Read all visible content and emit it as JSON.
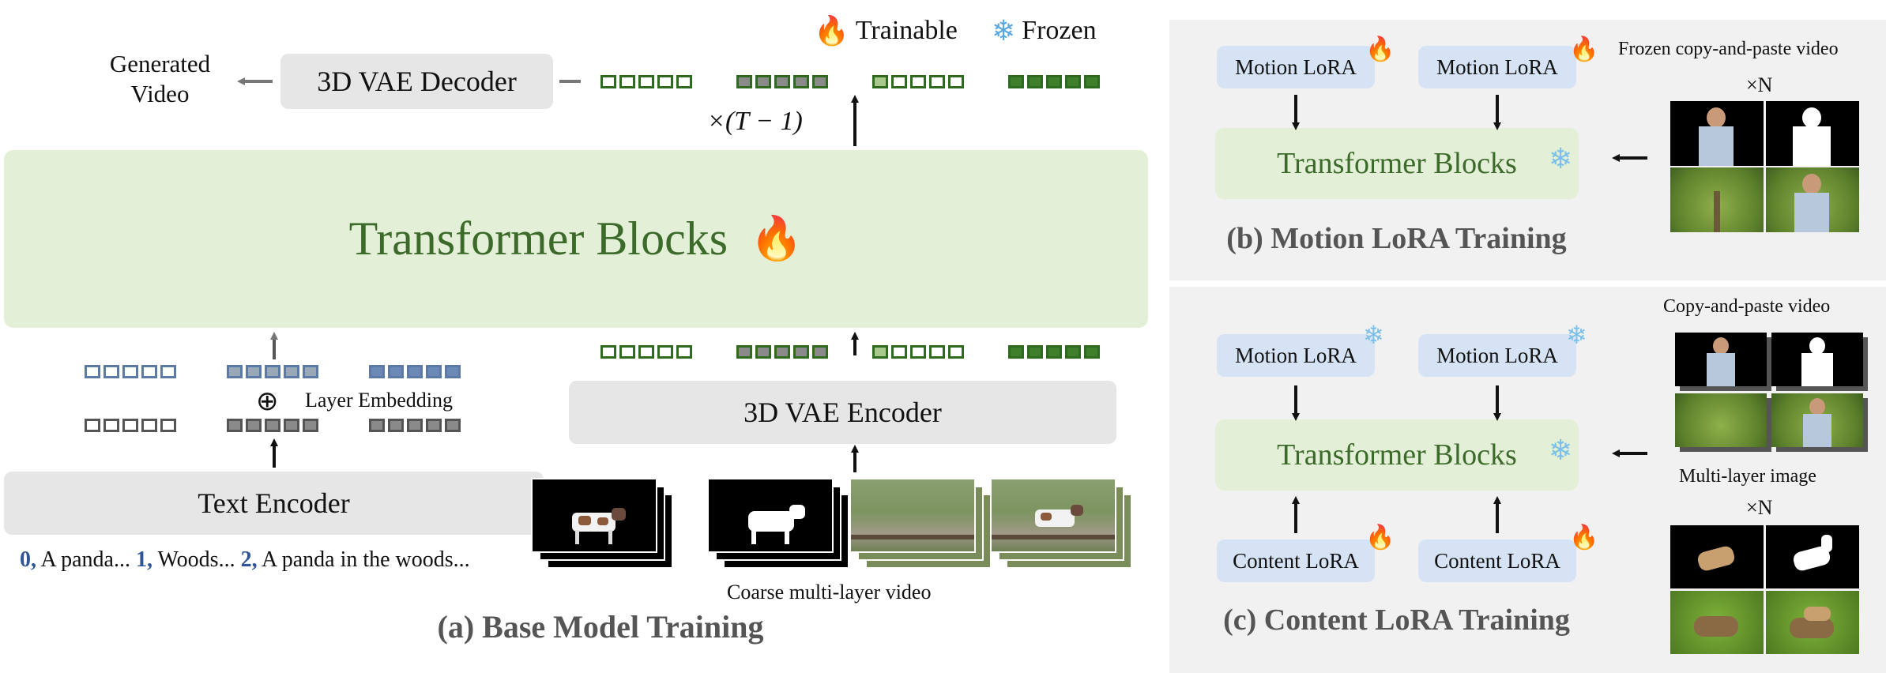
{
  "legend": {
    "trainable_label": "Trainable",
    "frozen_label": "Frozen"
  },
  "panel_a": {
    "caption": "(a) Base Model Training",
    "transformer_label": "Transformer Blocks",
    "decoder_label": "3D VAE Decoder",
    "encoder_label": "3D VAE Encoder",
    "text_encoder_label": "Text Encoder",
    "generated_video_line1": "Generated",
    "generated_video_line2": "Video",
    "repeat_label": "×(T − 1)",
    "layer_embedding_label": "Layer Embedding",
    "plus_symbol": "⊕",
    "prompt_segments": [
      {
        "index": "0,",
        "text": " A panda... "
      },
      {
        "index": "1,",
        "text": " Woods... "
      },
      {
        "index": "2,",
        "text": " A panda in the woods..."
      }
    ],
    "video_caption": "Coarse multi-layer video"
  },
  "panel_b": {
    "caption": "(b) Motion LoRA Training",
    "lora_left": "Motion LoRA",
    "lora_right": "Motion LoRA",
    "transformer_label": "Transformer Blocks",
    "video_title": "Frozen copy-and-paste video",
    "multiplier": "×N"
  },
  "panel_c": {
    "caption": "(c) Content LoRA Training",
    "motion_lora_left": "Motion LoRA",
    "motion_lora_right": "Motion LoRA",
    "content_lora_left": "Content LoRA",
    "content_lora_right": "Content LoRA",
    "transformer_label": "Transformer Blocks",
    "video_title": "Copy-and-paste video",
    "image_title": "Multi-layer image",
    "multiplier": "×N"
  },
  "colors": {
    "token_dark_green": "#2e6b1f",
    "token_blue": "#5b7aa6",
    "token_grey": "#555555",
    "prompt_index_blue": "#2f5597",
    "transformer_text_green": "#3c6a2a"
  }
}
